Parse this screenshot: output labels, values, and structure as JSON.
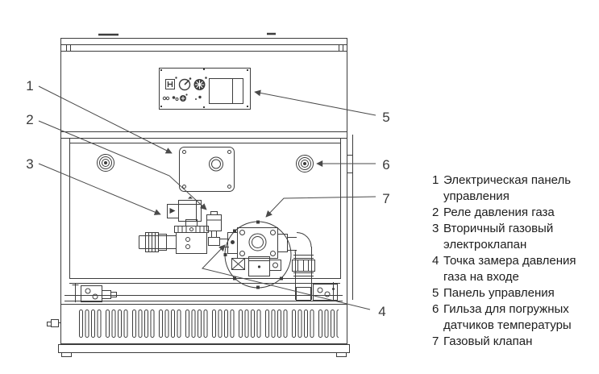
{
  "figure": {
    "kind": "boiler-gas-train-diagram"
  },
  "colors": {
    "line": "#3d3d3d",
    "leader": "#4a4a4a",
    "text": "#1d1d1d",
    "background": "#ffffff"
  },
  "diagram": {
    "callouts": [
      "1",
      "2",
      "3",
      "4",
      "5",
      "6",
      "7"
    ]
  },
  "legend": {
    "items": [
      {
        "num": "1",
        "text": "Электрическая панель управления"
      },
      {
        "num": "2",
        "text": "Реле давления газа"
      },
      {
        "num": "3",
        "text": "Вторичный газовый электроклапан"
      },
      {
        "num": "4",
        "text": "Точка замера давления газа на входе"
      },
      {
        "num": "5",
        "text": "Панель управления"
      },
      {
        "num": "6",
        "text": "Гильза для погружных датчиков температуры"
      },
      {
        "num": "7",
        "text": "Газовый клапан"
      }
    ]
  }
}
